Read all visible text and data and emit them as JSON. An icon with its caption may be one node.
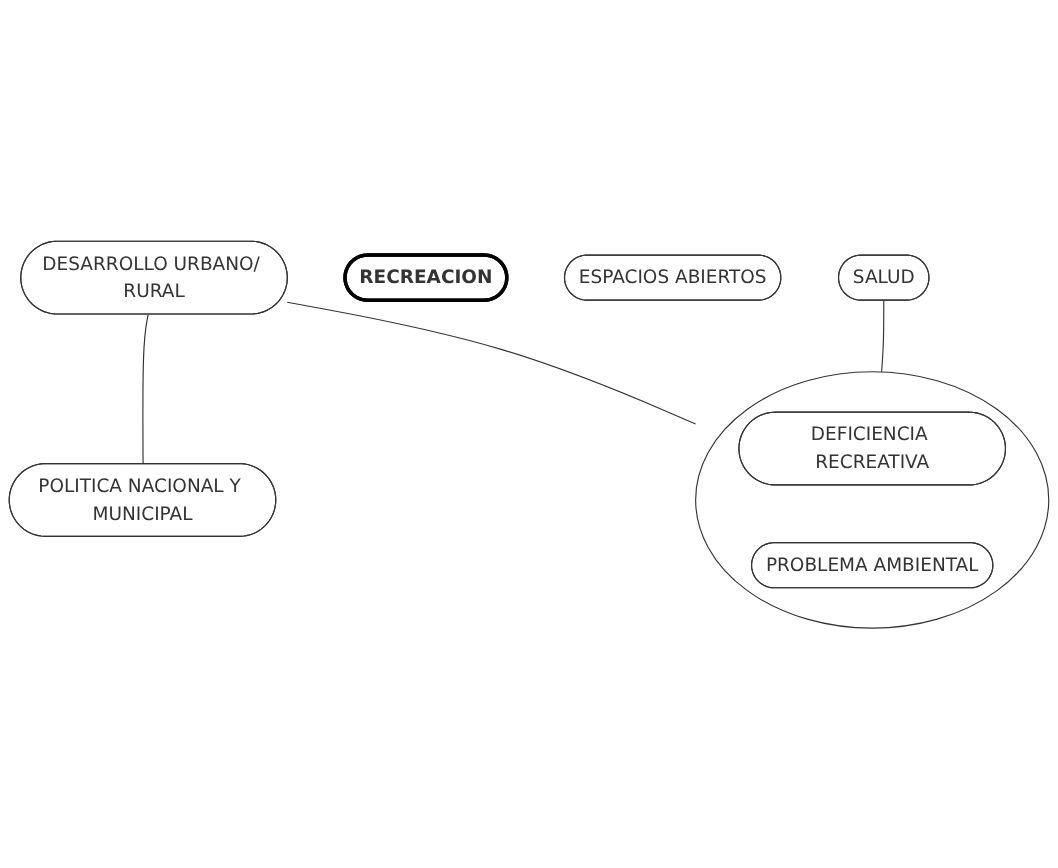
{
  "diagram": {
    "nodes": [
      {
        "text": [
          "DESARROLLO URBANO/ RURAL"
        ]
      },
      {
        "text": [
          "POLITICA NACIONAL Y MUNICIPAL"
        ]
      },
      {
        "text": [
          "RECREACION"
        ]
      },
      {
        "text": [
          "ESPACIOS ABIERTOS"
        ]
      },
      {
        "text": [
          "SALUD"
        ]
      },
      {
        "text": [],
        "shape": "ellipse"
      },
      {
        "text": [
          "DEFICIENCIA RECREATIVA"
        ],
        "in": 5
      },
      {
        "text": [
          "PROBLEMA AMBIENTAL"
        ],
        "in": 5
      }
    ],
    "edges": [
      {
        "from": 0,
        "to": 1,
        "arrow": "none"
      },
      {
        "from": 0,
        "to": 5,
        "arrow": "none"
      },
      {
        "from": 4,
        "to": 5,
        "arrow": "none"
      }
    ]
  }
}
